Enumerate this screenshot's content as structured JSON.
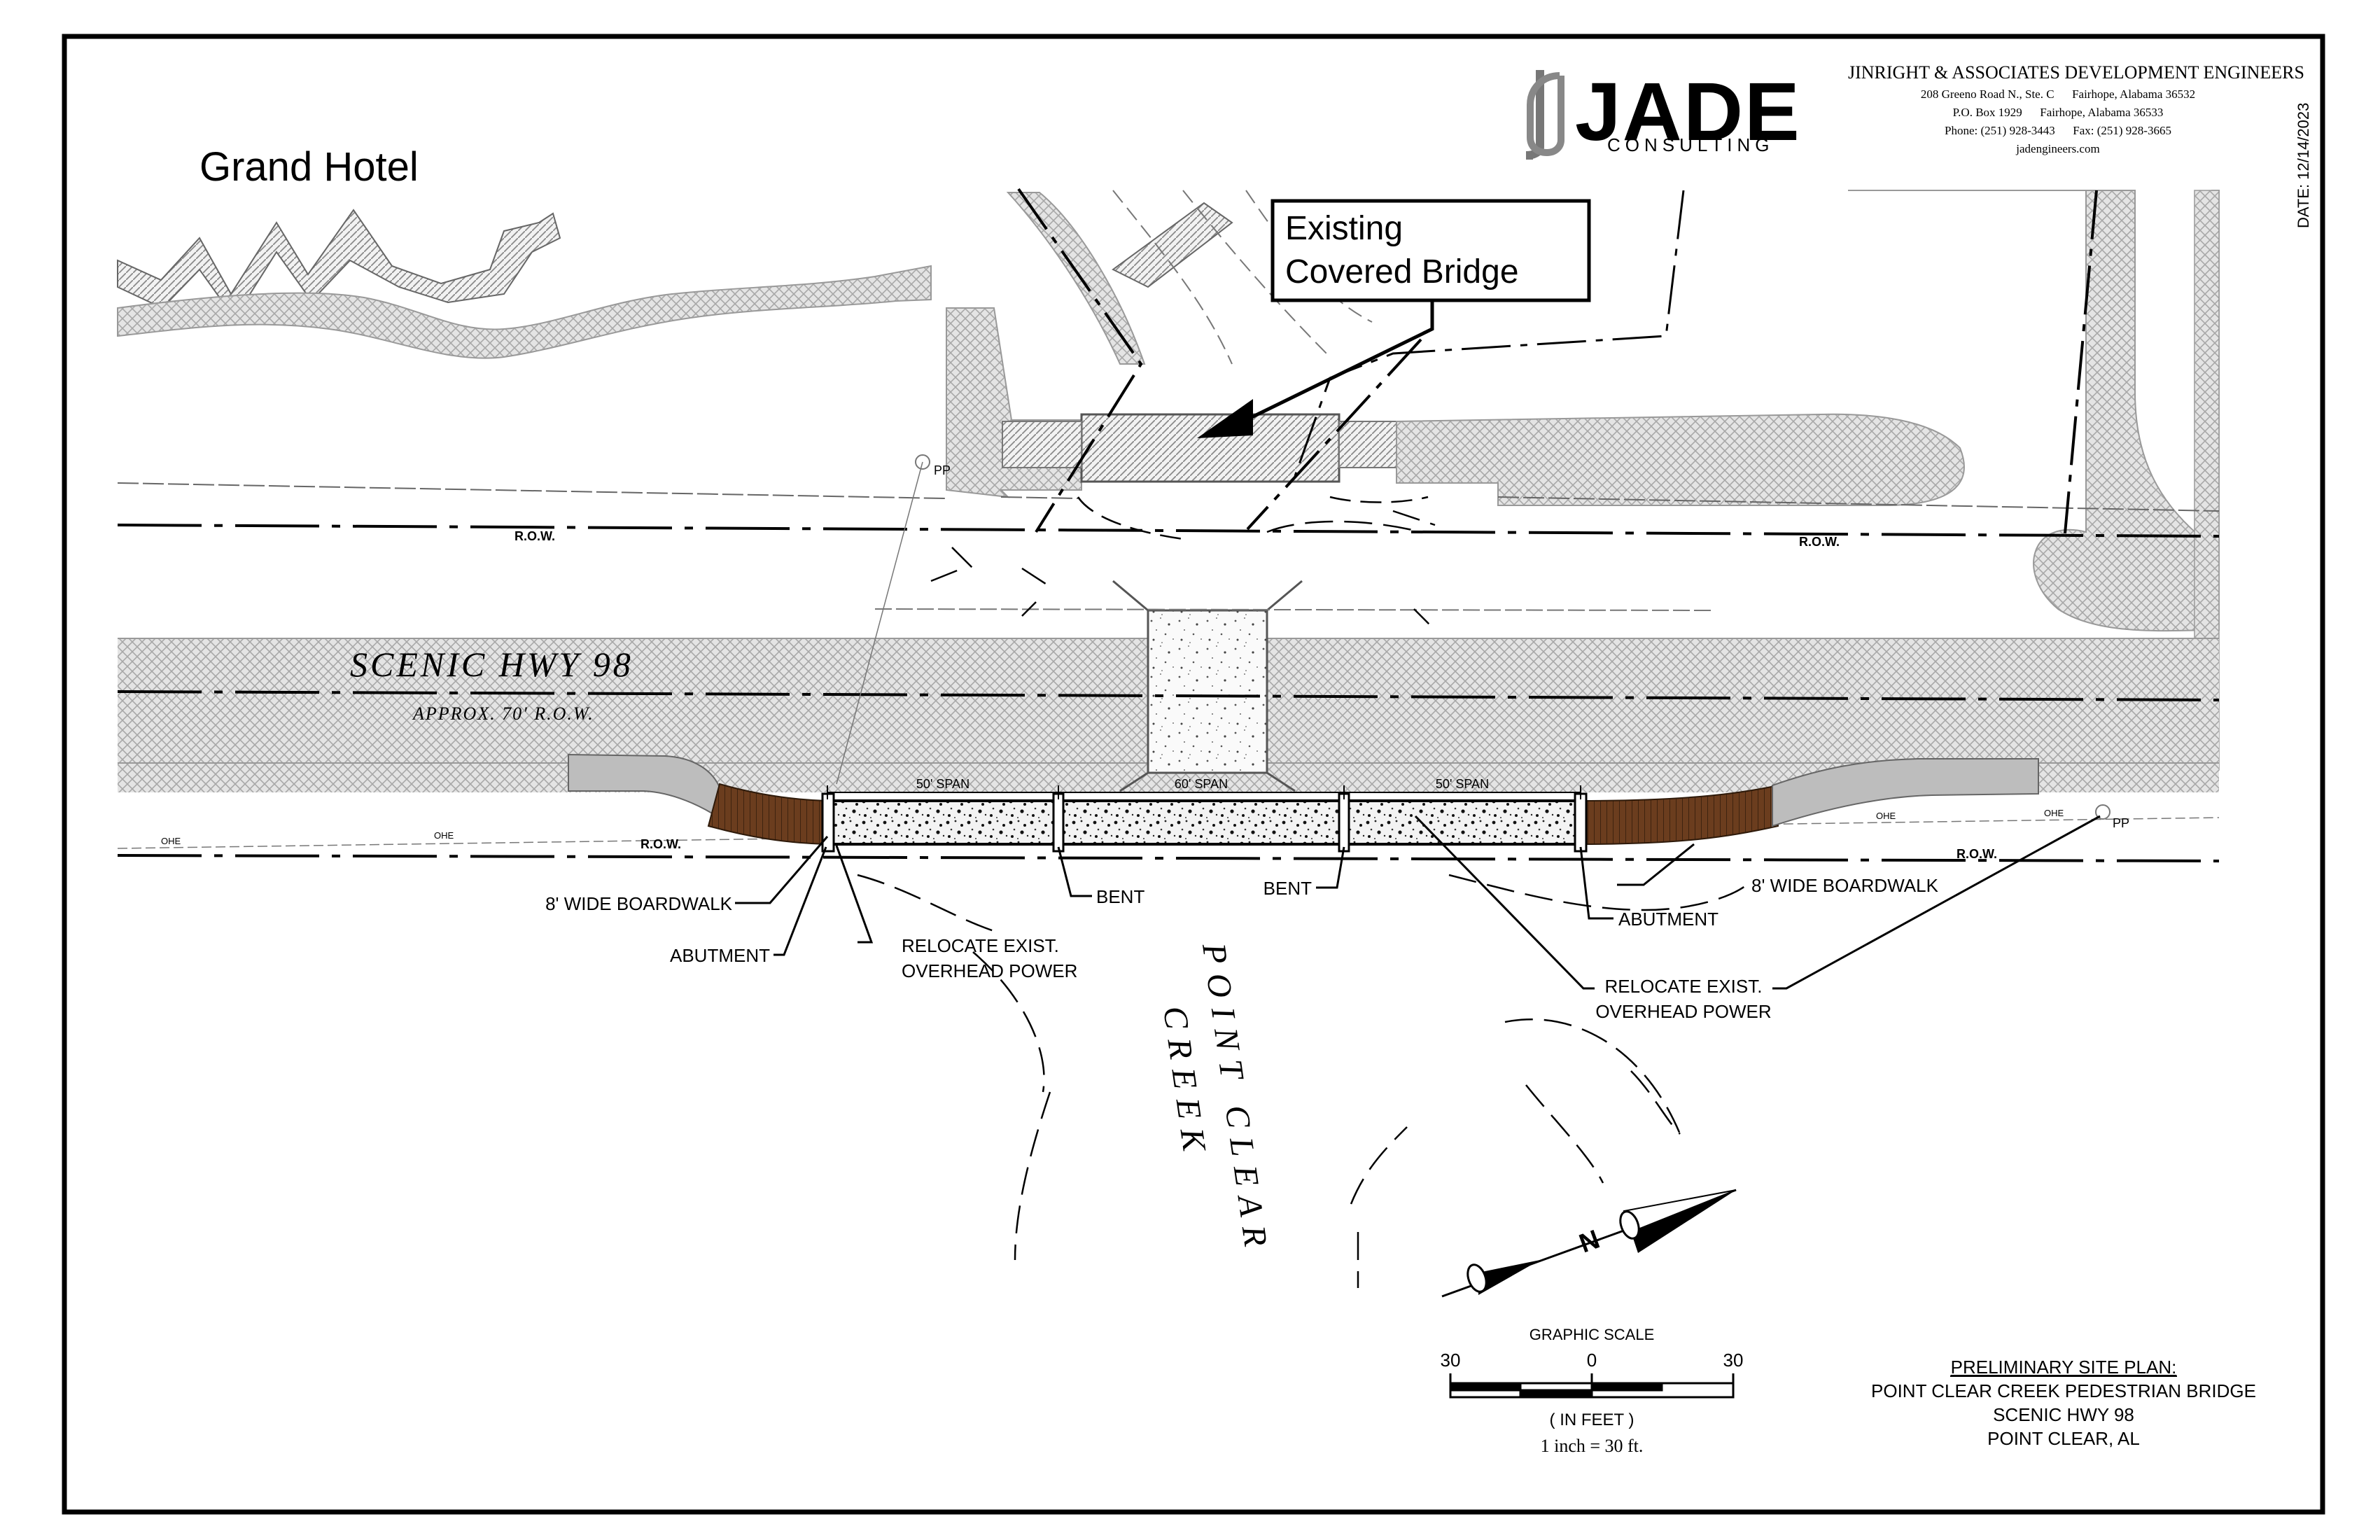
{
  "firm": {
    "logo_letters": "JADE",
    "logo_sub": "CONSULTING",
    "name": "JINRIGHT & ASSOCIATES DEVELOPMENT ENGINEERS",
    "address_line1": "208 Greeno Road N., Ste. C      Fairhope, Alabama 36532",
    "address_line2": "P.O. Box 1929      Fairhope, Alabama 36533",
    "phone_line": "Phone: (251) 928-3443      Fax: (251) 928-3665",
    "website": "jadengineers.com"
  },
  "date_label": "DATE: 12/14/2023",
  "place_label": "Grand Hotel",
  "callout": {
    "line1": "Existing",
    "line2": "Covered Bridge"
  },
  "road": {
    "name": "SCENIC HWY 98",
    "row_note": "APPROX. 70' R.O.W.",
    "row_tag": "R.O.W.",
    "ohe_tag": "OHE",
    "pole_tag": "PP"
  },
  "creek_label": {
    "line1": "POINT CLEAR",
    "line2": "CREEK"
  },
  "spans": [
    "50' SPAN",
    "60' SPAN",
    "50' SPAN"
  ],
  "annotations": {
    "boardwalk": "8' WIDE BOARDWALK",
    "abutment": "ABUTMENT",
    "bent": "BENT",
    "relocate_line1": "RELOCATE EXIST.",
    "relocate_line2": "OVERHEAD POWER"
  },
  "north_letter": "N",
  "scale": {
    "title": "GRAPHIC SCALE",
    "left": "30",
    "mid": "0",
    "right": "30",
    "units": "( IN FEET )",
    "ratio": "1 inch =  30  ft."
  },
  "title_block": {
    "title": "PRELIMINARY SITE PLAN:",
    "line1": "POINT CLEAR CREEK PEDESTRIAN BRIDGE",
    "line2": "SCENIC HWY 98",
    "line3": "POINT CLEAR, AL"
  },
  "colors": {
    "boardwalk": "#5a3318",
    "walk_gray": "#bdbdbd",
    "hatch": "#9e9e9e"
  }
}
